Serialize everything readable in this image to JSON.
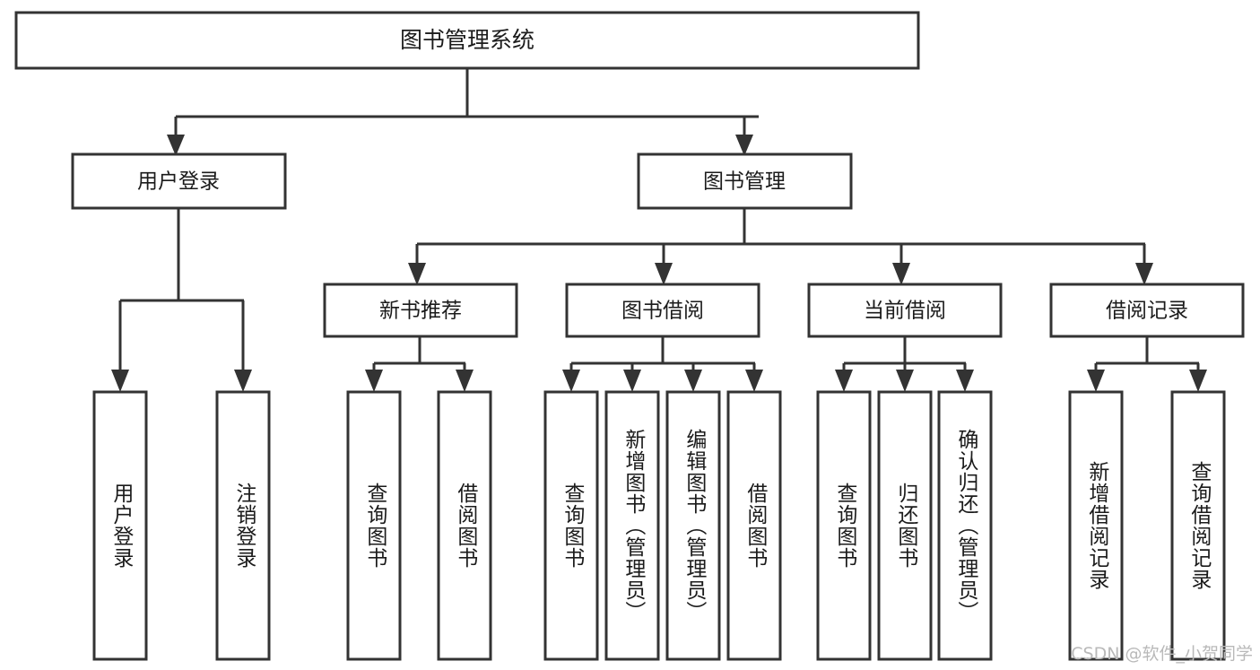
{
  "diagram": {
    "title": "图书管理系统",
    "type": "tree-hierarchy",
    "watermark": "CSDN @软件_小贺同学",
    "root": {
      "label": "图书管理系统"
    },
    "level1": [
      {
        "id": "user-login",
        "label": "用户登录"
      },
      {
        "id": "book-manage",
        "label": "图书管理"
      }
    ],
    "level2": [
      {
        "id": "new-book-rec",
        "label": "新书推荐",
        "parent": "book-manage"
      },
      {
        "id": "book-borrow",
        "label": "图书借阅",
        "parent": "book-manage"
      },
      {
        "id": "current-borrow",
        "label": "当前借阅",
        "parent": "book-manage"
      },
      {
        "id": "borrow-record",
        "label": "借阅记录",
        "parent": "book-manage"
      }
    ],
    "leaves": {
      "user-login": [
        {
          "id": "leaf-user-login",
          "label": "用户登录"
        },
        {
          "id": "leaf-logout",
          "label": "注销登录"
        }
      ],
      "new-book-rec": [
        {
          "id": "leaf-query-book-1",
          "label": "查询图书"
        },
        {
          "id": "leaf-borrow-book-1",
          "label": "借阅图书"
        }
      ],
      "book-borrow": [
        {
          "id": "leaf-query-book-2",
          "label": "查询图书"
        },
        {
          "id": "leaf-add-book",
          "label": "新增图书（管理员）"
        },
        {
          "id": "leaf-edit-book",
          "label": "编辑图书（管理员）"
        },
        {
          "id": "leaf-borrow-book-2",
          "label": "借阅图书"
        }
      ],
      "current-borrow": [
        {
          "id": "leaf-query-book-3",
          "label": "查询图书"
        },
        {
          "id": "leaf-return-book",
          "label": "归还图书"
        },
        {
          "id": "leaf-confirm-return",
          "label": "确认归还（管理员）"
        }
      ],
      "borrow-record": [
        {
          "id": "leaf-add-record",
          "label": "新增借阅记录"
        },
        {
          "id": "leaf-query-record",
          "label": "查询借阅记录"
        }
      ]
    },
    "colors": {
      "background": "#ffffff",
      "box_fill": "#ffffff",
      "box_stroke": "#333333",
      "text": "#1b1b1b",
      "watermark": "#b9b9b9"
    }
  }
}
